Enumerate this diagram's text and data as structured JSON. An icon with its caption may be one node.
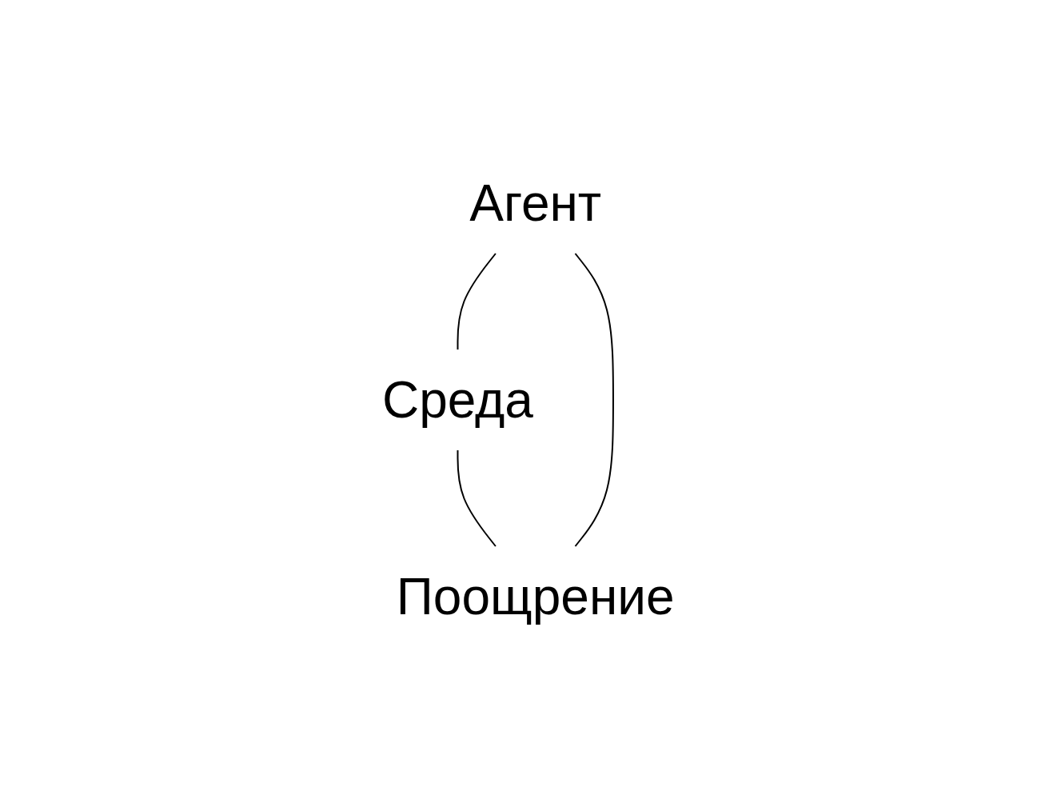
{
  "diagram": {
    "nodes": [
      {
        "text": [
          "Агент"
        ]
      },
      {
        "text": [
          "Среда"
        ]
      },
      {
        "text": [
          "Поощрение"
        ]
      }
    ],
    "edges": [
      {
        "from": 0,
        "to": 1,
        "arrow": "none"
      },
      {
        "from": 1,
        "to": 2,
        "arrow": "none"
      },
      {
        "from": 2,
        "to": 0,
        "arrow": "none"
      }
    ]
  }
}
